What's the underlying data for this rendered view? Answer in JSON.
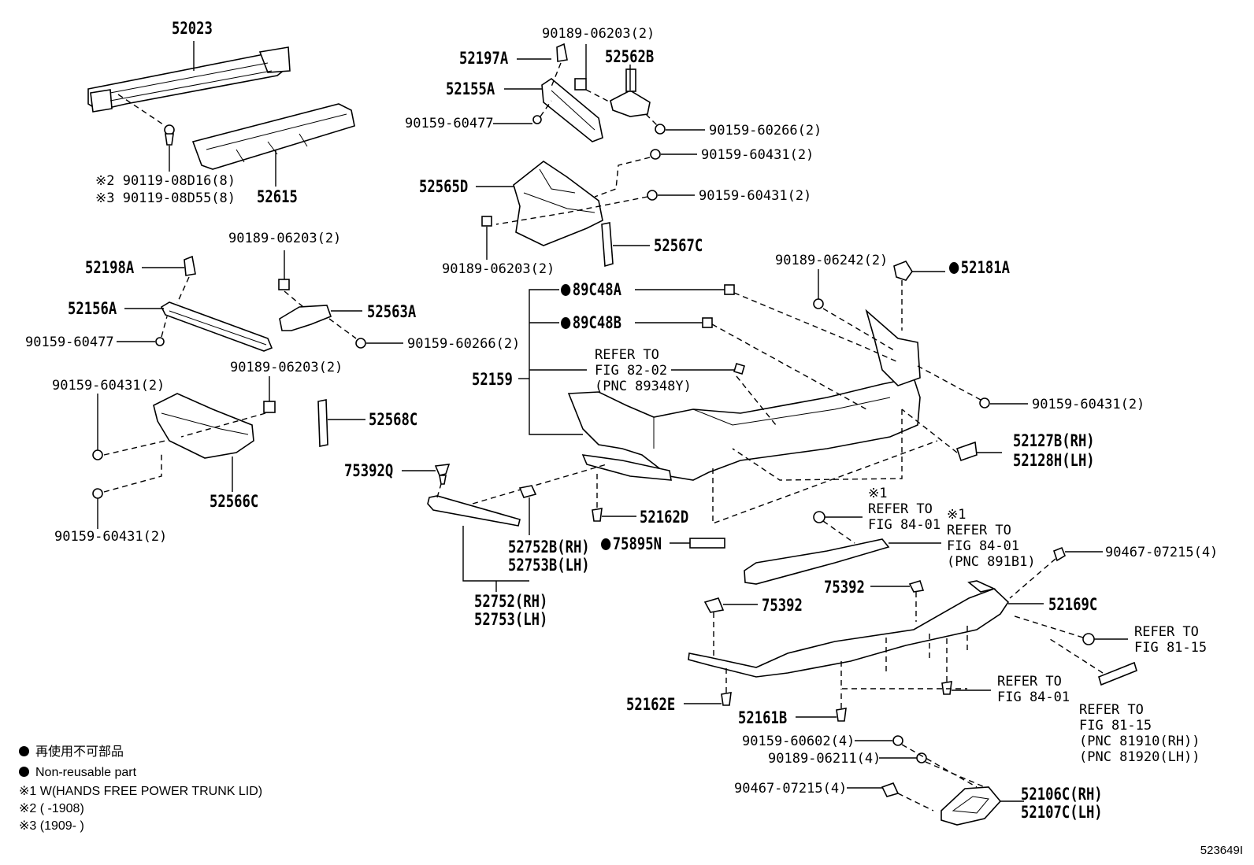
{
  "parts": {
    "p52023": "52023",
    "p52615": "52615",
    "s2_bolt": "※2 90119-08D16(8)",
    "s3_bolt": "※3 90119-08D55(8)",
    "p52197A": "52197A",
    "p52155A": "52155A",
    "p52562B": "52562B",
    "top_clip": "90189-06203(2)",
    "screw_477_top": "90159-60477",
    "screw_266_top": "90159-60266(2)",
    "screw_431_a": "90159-60431(2)",
    "screw_431_b": "90159-60431(2)",
    "p52565D": "52565D",
    "clip_203_mid": "90189-06203(2)",
    "p52567C": "52567C",
    "clip_203_left": "90189-06203(2)",
    "p52198A": "52198A",
    "p52156A": "52156A",
    "p52563A": "52563A",
    "screw_477_left": "90159-60477",
    "screw_266_left": "90159-60266(2)",
    "clip_203_left2": "90189-06203(2)",
    "screw_431_left_a": "90159-60431(2)",
    "p52568C": "52568C",
    "p52566C": "52566C",
    "screw_431_left_b": "90159-60431(2)",
    "clip_242": "90189-06242(2)",
    "p52181A": "52181A",
    "p89C48A": "89C48A",
    "p89C48B": "89C48B",
    "p52159": "52159",
    "refer_82_02": "REFER TO",
    "refer_82_02_b": "FIG 82-02",
    "refer_82_02_c": "(PNC 89348Y)",
    "screw_431_right": "90159-60431(2)",
    "p52127B": "52127B(RH)",
    "p52128H": "52128H(LH)",
    "p75392Q": "75392Q",
    "p52162D": "52162D",
    "p52752B": "52752B(RH)",
    "p52753B": "52753B(LH)",
    "p75895N": "75895N",
    "p52752": "52752(RH)",
    "p52753": "52753(LH)",
    "note1_a": "※1",
    "note1_a2": "REFER TO",
    "note1_a3": "FIG 84-01",
    "note1_b": "※1",
    "note1_b2": "REFER TO",
    "note1_b3": "FIG 84-01",
    "note1_b4": "(PNC 891B1)",
    "screw_90467_top": "90467-07215(4)",
    "p75392_a": "75392",
    "p75392_b": "75392",
    "p52169C": "52169C",
    "refer_81_15_a": "REFER TO",
    "refer_81_15_a2": "FIG 81-15",
    "refer_84_01_c": "REFER TO",
    "refer_84_01_c2": "FIG 84-01",
    "refer_81_15_b": "REFER TO",
    "refer_81_15_b2": "FIG 81-15",
    "refer_81_15_b3": "(PNC 81910(RH))",
    "refer_81_15_b4": "(PNC 81920(LH))",
    "p52162E": "52162E",
    "p52161B": "52161B",
    "screw_602": "90159-60602(4)",
    "clip_211": "90189-06211(4)",
    "screw_90467_bot": "90467-07215(4)",
    "p52106C": "52106C(RH)",
    "p52107C": "52107C(LH)"
  },
  "legend": {
    "non_reusable_jp": "再使用不可部品",
    "non_reusable_en": "Non-reusable part",
    "note1": "※1 W(HANDS FREE POWER TRUNK LID)",
    "note2": "※2 (        -1908)",
    "note3": "※3 (1909-        )"
  },
  "diagram_id": "523649I"
}
